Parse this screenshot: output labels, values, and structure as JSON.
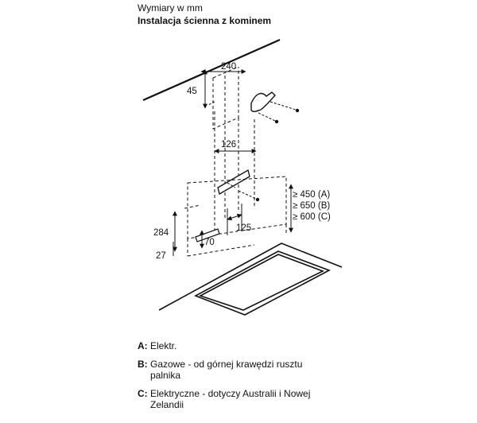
{
  "header": {
    "subtitle": "Wymiary w mm",
    "title": "Instalacja ścienna z kominem"
  },
  "dimensions": {
    "d240": "240",
    "d45": "45",
    "d126": "126",
    "d284": "284",
    "d27": "27",
    "d70": "70",
    "d125": "125",
    "clearance_a": "≥ 450 (A)",
    "clearance_b": "≥ 650 (B)",
    "clearance_c": "≥ 600 (C)"
  },
  "legend": [
    {
      "key": "A:",
      "text": "Elektr."
    },
    {
      "key": "B:",
      "text": "Gazowe - od górnej krawędzi rusztu palnika"
    },
    {
      "key": "C:",
      "text": "Elektryczne - dotyczy Australii i Nowej Zelandii"
    }
  ]
}
